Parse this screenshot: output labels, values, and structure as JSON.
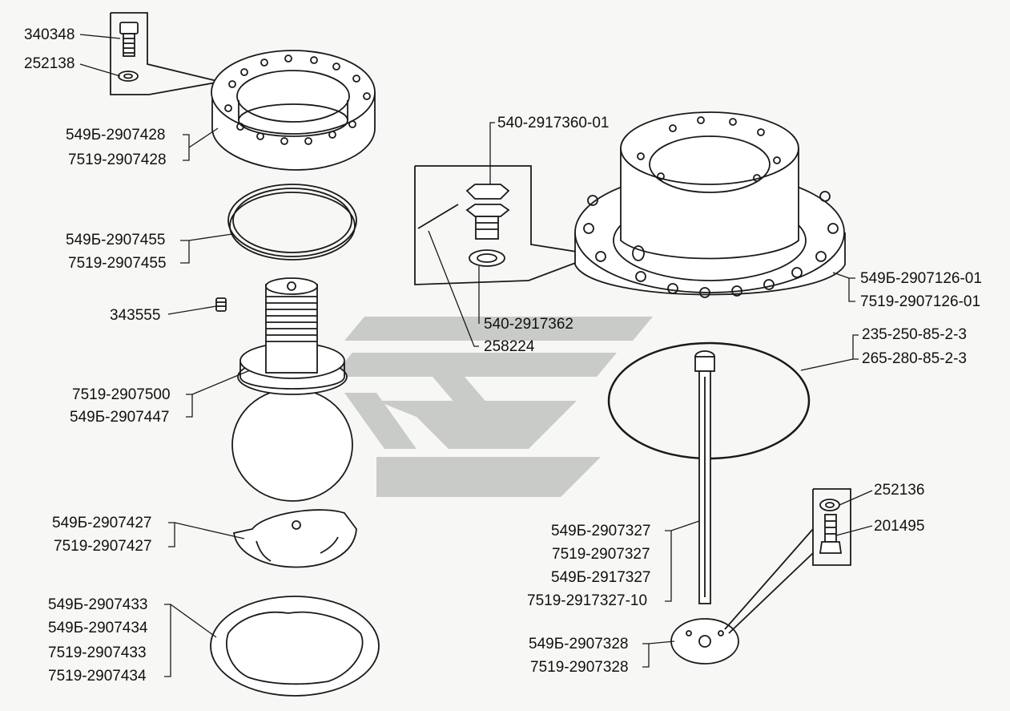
{
  "labels": {
    "l340348": "340348",
    "l252138": "252138",
    "l549b2907428": "549Б-2907428",
    "l75192907428": "7519-2907428",
    "l549b2907455": "549Б-2907455",
    "l75192907455": "7519-2907455",
    "l343555": "343555",
    "l75192907500": "7519-2907500",
    "l549b2907447": "549Б-2907447",
    "l549b2907427": "549Б-2907427",
    "l75192907427": "7519-2907427",
    "l549b2907433": "549Б-2907433",
    "l549b2907434": "549Б-2907434",
    "l75192907433": "7519-2907433",
    "l75192907434": "7519-2907434",
    "l540291736001": "540-2917360-01",
    "l5402917362": "540-2917362",
    "l258224": "258224",
    "l549b290712601": "549Б-2907126-01",
    "l7519290712601": "7519-2907126-01",
    "l2352508523": "235-250-85-2-3",
    "l2652808523": "265-280-85-2-3",
    "l549b2907327": "549Б-2907327",
    "l75192907327": "7519-2907327",
    "l549b2917327": "549Б-2917327",
    "l7519291732710": "7519-2917327-10",
    "l252136": "252136",
    "l201495": "201495",
    "l549b2907328": "549Б-2907328",
    "l75192907328": "7519-2907328"
  },
  "colors": {
    "line": "#1a1a1a",
    "logo": "#c9cbc9",
    "background": "#f7f7f5"
  }
}
